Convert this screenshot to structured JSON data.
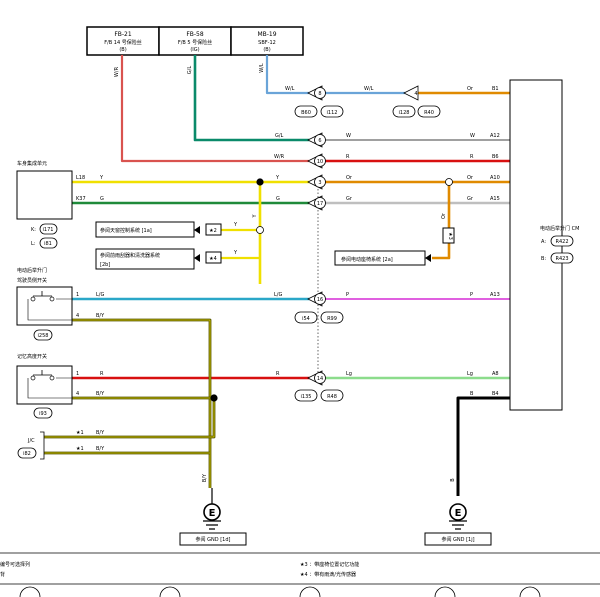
{
  "fuses": [
    {
      "name": "FB-21",
      "line2": "F/B 14 号保险丝",
      "line3": "(B)"
    },
    {
      "name": "FB-58",
      "line2": "F/B 5 号保险丝",
      "line3": "(IG)"
    },
    {
      "name": "MB-19",
      "line2": "SBF-12",
      "line3": "(B)"
    }
  ],
  "modules": {
    "body": {
      "title": "车身集成单元",
      "pins": [
        "L18",
        "K37"
      ],
      "connectors": [
        "K:",
        "i171",
        "L:",
        "i81"
      ]
    },
    "inner_switch": {
      "title1": "电动后举升门",
      "title2": "驾驶员侧开关",
      "pins": [
        "1",
        "4"
      ],
      "connector": "i258"
    },
    "memory_switch": {
      "title": "记忆高度开关",
      "pins": [
        "1",
        "4"
      ],
      "connector": "i93"
    },
    "jc": {
      "title": "J/C",
      "connector": "i82",
      "pin_marks": [
        "★1",
        "★1"
      ]
    },
    "ecm": {
      "title": "电动后举升门 CM",
      "labels": [
        "A:",
        "R422",
        "B:",
        "R423"
      ],
      "pins": [
        "B1",
        "A12",
        "B6",
        "A10",
        "A15",
        "A13",
        "A8",
        "B4"
      ]
    }
  },
  "wire_colors": {
    "W/R": "#d9534f",
    "G/L": "#0a8a6a",
    "W/L": "#6aa4d8",
    "Or": "#e08a00",
    "Y": "#f0e000",
    "G": "#1f8a3a",
    "L/G": "#2aa7c8",
    "P": "#e060e0",
    "R": "#d81010",
    "Lg": "#8cdc8c",
    "B/Y": "#555500",
    "B": "#000000",
    "W": "#000000",
    "Gr": "#bfbfbf"
  },
  "wire_labels": {
    "wr_v": "W/R",
    "gl_v": "G/L",
    "wl_v": "W/L",
    "wl_h1": "W/L",
    "wl_h2": "W/L",
    "or_b1": "Or",
    "gl_h": "G/L",
    "w_h": "W",
    "w_a12": "W",
    "wr_h": "W/R",
    "r_h": "R",
    "r_b6": "R",
    "y_l18": "Y",
    "y_mid": "Y",
    "or_mid": "Or",
    "or_a10": "Or",
    "g_k37": "G",
    "g_mid": "G",
    "gr_mid": "Gr",
    "gr_a15": "Gr",
    "y_v": "Y",
    "y_1a": "Y",
    "y_2b": "Y",
    "or_v": "Or",
    "lg_1": "L/G",
    "lg_2": "L/G",
    "p_mid": "P",
    "p_a13": "P",
    "by_is": "B/Y",
    "r_ms": "R",
    "r_mid": "R",
    "lg_mid": "Lg",
    "lg_a8": "Lg",
    "by_ms": "B/Y",
    "b_b4": "B",
    "by_jc1": "B/Y",
    "by_jc2": "B/Y",
    "by_gnd": "B/Y",
    "b_gnd": "B"
  },
  "connector_pins": [
    "8",
    "4",
    "6",
    "10",
    "3",
    "17",
    "16",
    "14"
  ],
  "ovals": [
    "B60",
    "i112",
    "i128",
    "R40",
    "i54",
    "R99",
    "i135",
    "R48"
  ],
  "star_boxes": [
    "★2",
    "★4",
    "★3"
  ],
  "refs": {
    "ref1": "参阅天窗控制系统 [1a]",
    "ref2": "参阅前雨刮器和清洗器系统",
    "ref2b": "[2b]",
    "ref3": "参阅电动座椅系统 [2a]",
    "gnd1": "参阅 GND [1d]",
    "gnd2": "参阅 GND [1j]"
  },
  "gnd_symbol": "E",
  "notes": {
    "left1": "编号可选择列",
    "left2": "背",
    "n3": "★3 ：带座椅位置记忆功能",
    "n4": "★4 ：带有雨滴/光传感器"
  }
}
